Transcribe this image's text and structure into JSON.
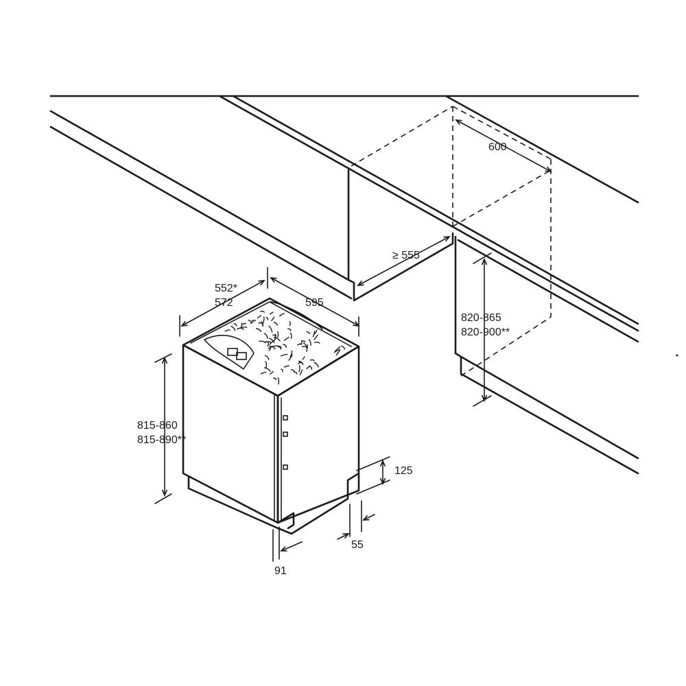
{
  "dimensions": {
    "niche_width": "600",
    "niche_depth": "≥ 555",
    "niche_height_line1": "820-865",
    "niche_height_line2": "820-900**",
    "depth_line1": "552*",
    "depth_line2": "572",
    "width": "595",
    "height_line1": "815-860",
    "height_line2": "815-890**",
    "plinth_height": "125",
    "plinth_setback": "55",
    "door_offset": "91"
  },
  "colors": {
    "line": "#1a1a1a",
    "background": "#ffffff"
  }
}
